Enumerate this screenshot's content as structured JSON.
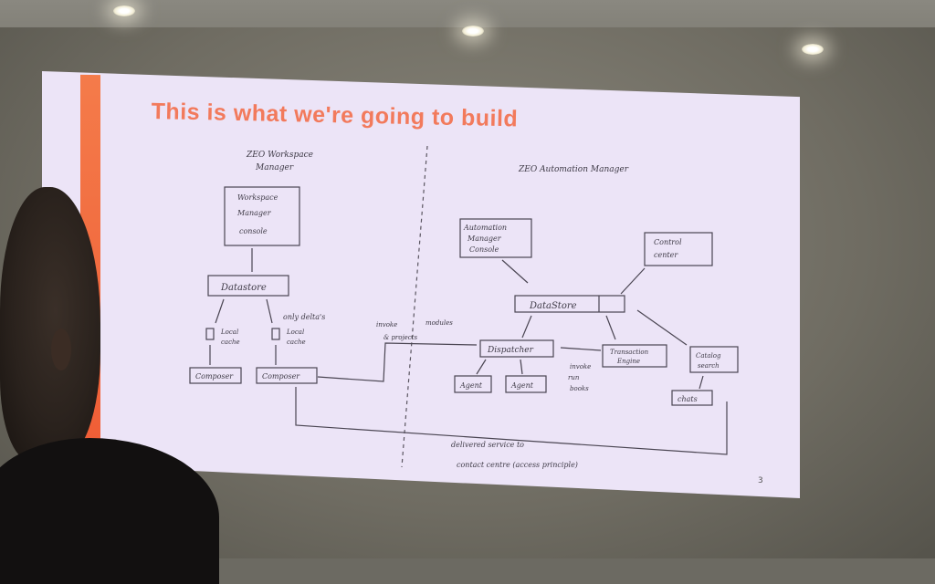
{
  "slide": {
    "title": "This is what we're going to build",
    "page_number": "3",
    "accent_color": "#f27a5c",
    "stripe_color": "#ef5c35"
  },
  "diagram": {
    "left_title": [
      "ZEO Workspace",
      "Manager"
    ],
    "right_title": "ZEO Automation Manager",
    "wm_console": [
      "Workspace",
      "Manager",
      "console"
    ],
    "datastore_left": "Datastore",
    "only_deltas": "only delta's",
    "local_cache": [
      "Local",
      "cache"
    ],
    "composer": "Composer",
    "invoke_modules": [
      "invoke",
      "modules"
    ],
    "and_projects": "& projects",
    "am_console": [
      "Automation",
      "Manager",
      "Console"
    ],
    "control_center": [
      "Control",
      "center"
    ],
    "datastore_right": "DataStore",
    "dispatcher": "Dispatcher",
    "agent": "Agent",
    "invoke_run_books": [
      "invoke",
      "run",
      "books"
    ],
    "transaction_engine": [
      "Transaction",
      "Engine"
    ],
    "catalog_search": [
      "Catalog",
      "search"
    ],
    "chats": "chats",
    "delivered_service": [
      "delivered service to",
      "contact centre (access principle)"
    ]
  }
}
